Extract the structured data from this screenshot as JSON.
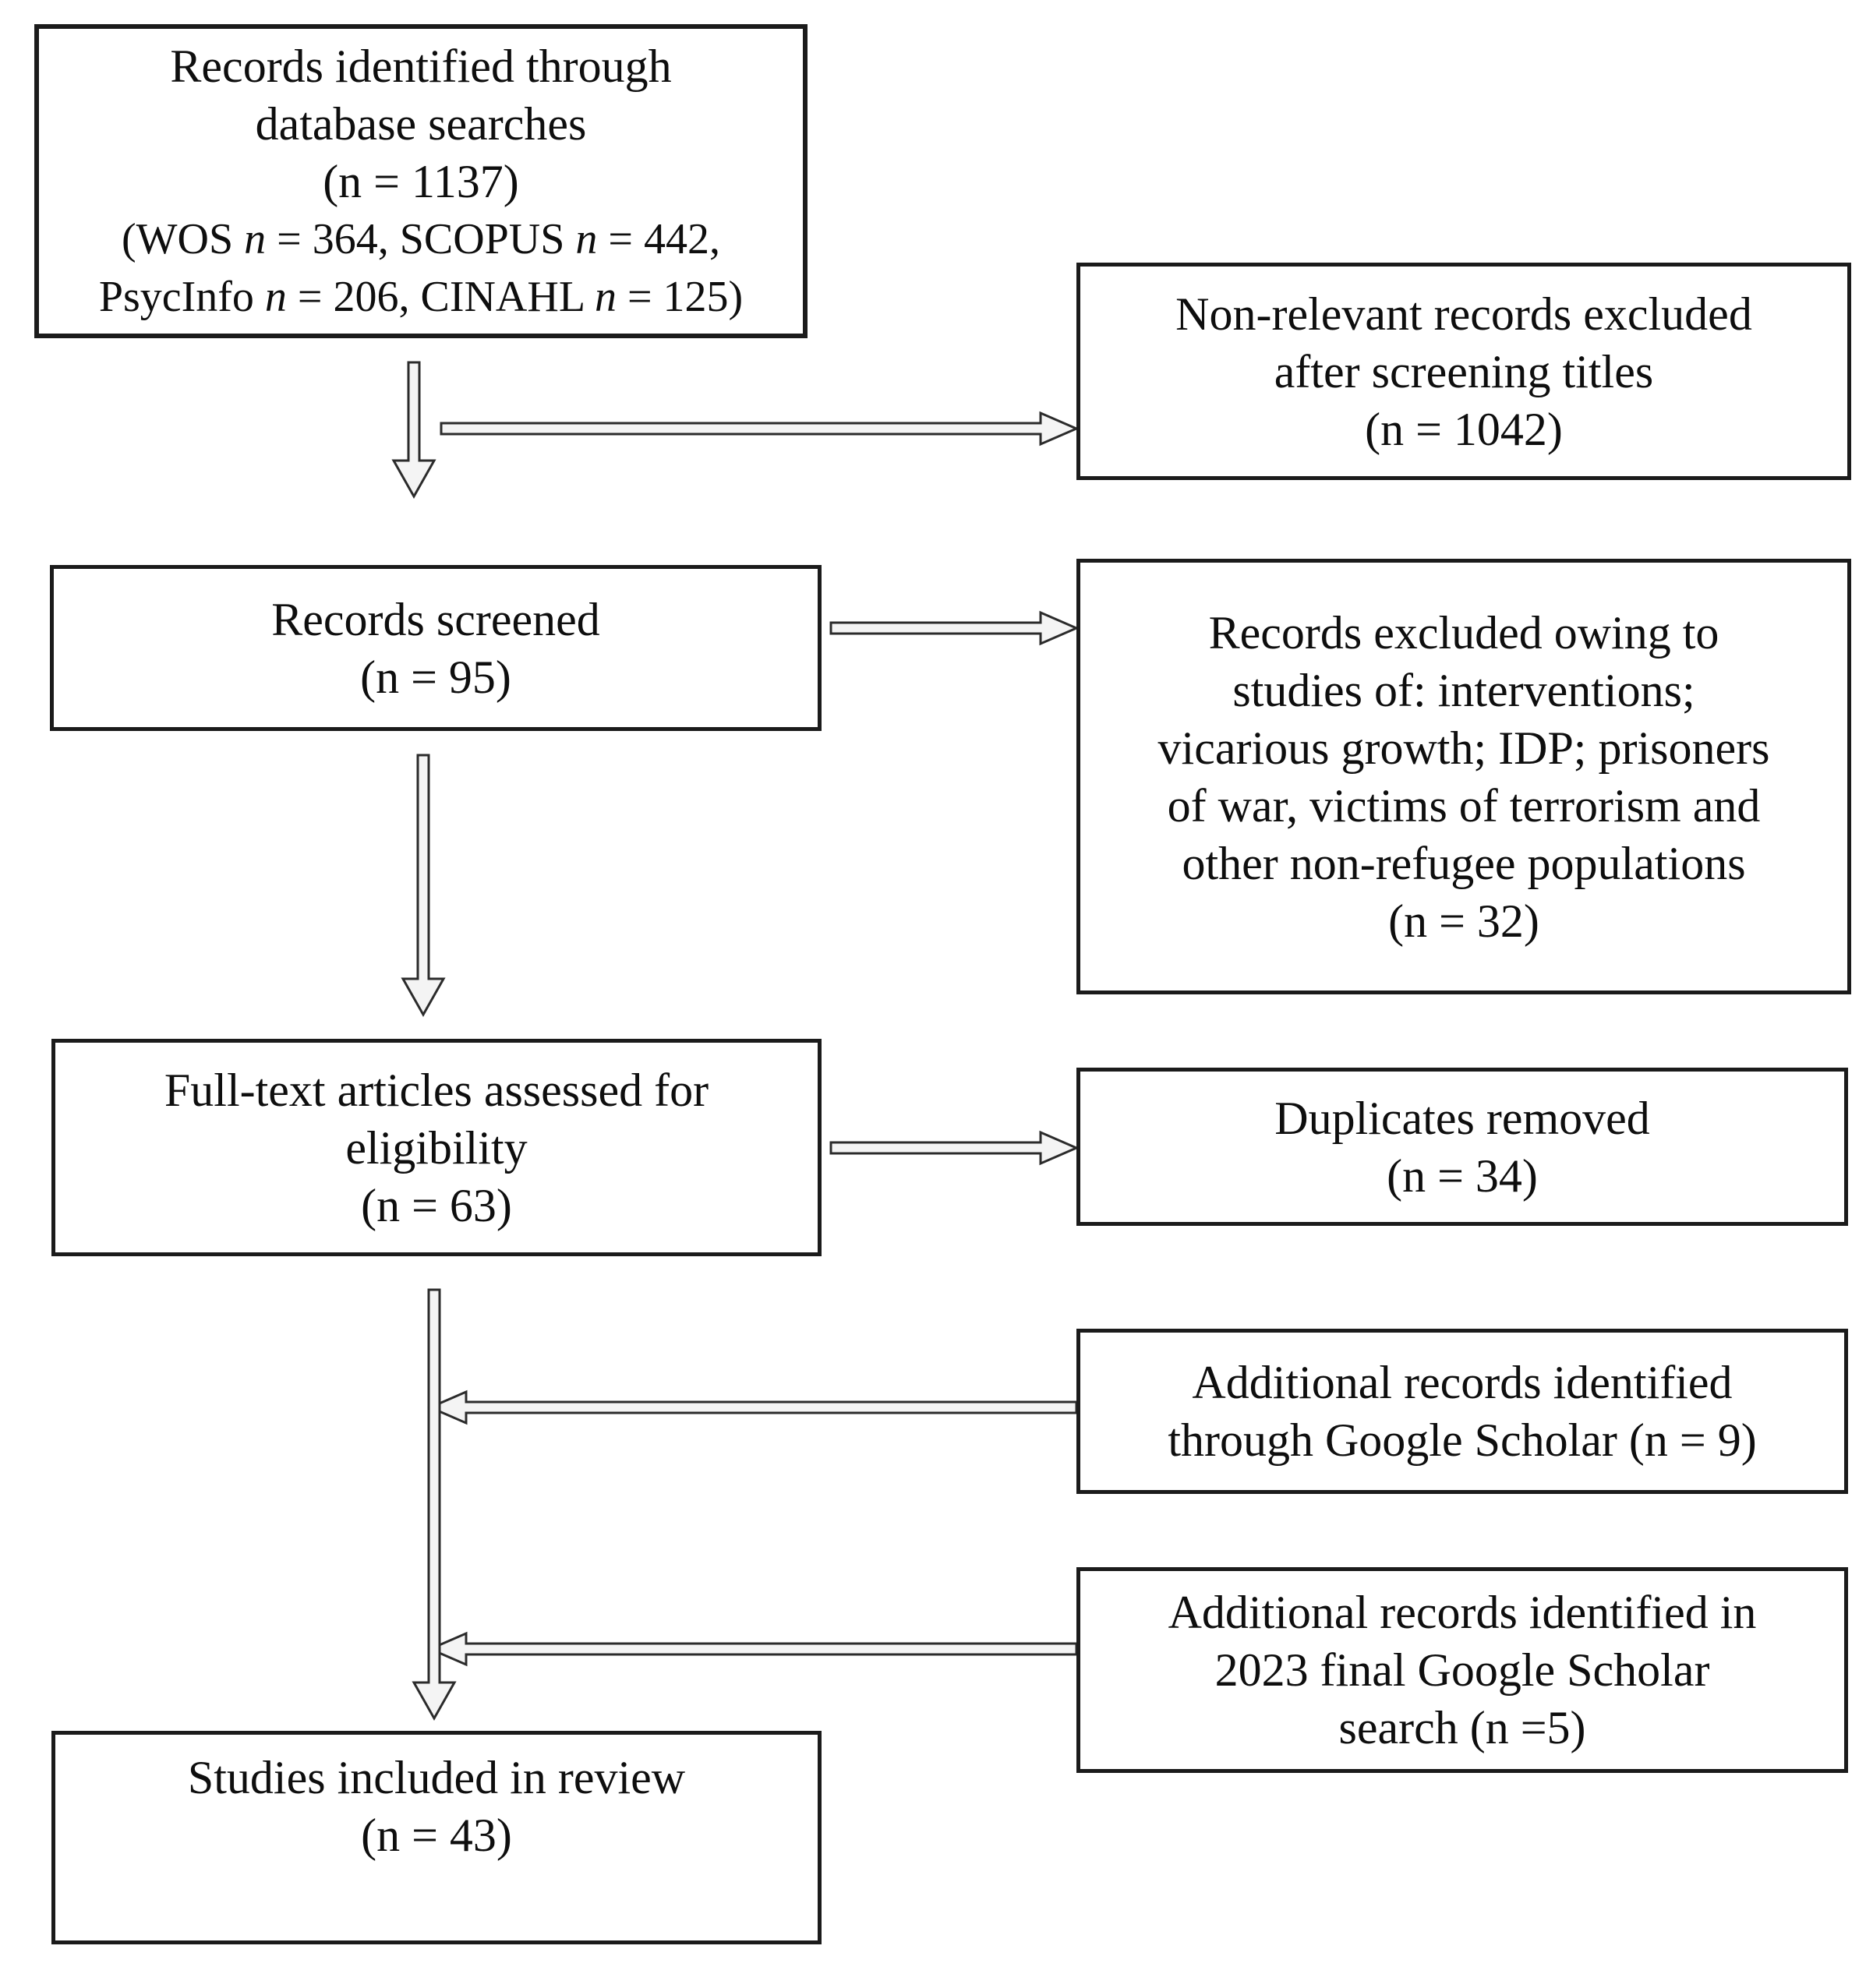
{
  "diagram_title": "",
  "colors": {
    "background": "#ffffff",
    "box_fill": "#ffffff",
    "box_border": "#1b1b1b",
    "text": "#0e0e0e",
    "arrow_outline": "#2b2b2b",
    "arrow_fill": "#f4f4f4"
  },
  "boxes": {
    "identified": {
      "lines": [
        "Records identified through",
        "database searches",
        "(n = 1137)"
      ],
      "detail_lines": [
        [
          {
            "t": "(WOS "
          },
          {
            "t": "n",
            "i": true
          },
          {
            "t": " = 364, SCOPUS "
          },
          {
            "t": "n",
            "i": true
          },
          {
            "t": " = 442,"
          }
        ],
        [
          {
            "t": "PsycInfo "
          },
          {
            "t": "n",
            "i": true
          },
          {
            "t": " = 206, CINAHL "
          },
          {
            "t": "n",
            "i": true
          },
          {
            "t": " = 125)"
          }
        ]
      ]
    },
    "nonrelevant_excluded": {
      "lines": [
        "Non-relevant records excluded",
        "after screening titles",
        "(n = 1042)"
      ]
    },
    "screened": {
      "lines": [
        "Records screened",
        "(n = 95)"
      ]
    },
    "excluded_reasons": {
      "lines": [
        "Records excluded owing to",
        "studies of: interventions;",
        "vicarious growth; IDP; prisoners",
        "of war, victims of terrorism and",
        "other non-refugee populations",
        "(n = 32)"
      ]
    },
    "fulltext_assessed": {
      "lines": [
        "Full-text articles assessed for",
        "eligibility",
        "(n = 63)"
      ]
    },
    "duplicates_removed": {
      "lines": [
        "Duplicates removed",
        "(n = 34)"
      ]
    },
    "google_scholar": {
      "lines": [
        "Additional records identified",
        "through Google Scholar (n = 9)"
      ]
    },
    "final_2023_search": {
      "lines": [
        "Additional records identified in",
        "2023 final Google Scholar",
        "search (n =5)"
      ]
    },
    "included": {
      "lines": [
        "Studies included in review",
        "(n = 43)"
      ]
    }
  }
}
